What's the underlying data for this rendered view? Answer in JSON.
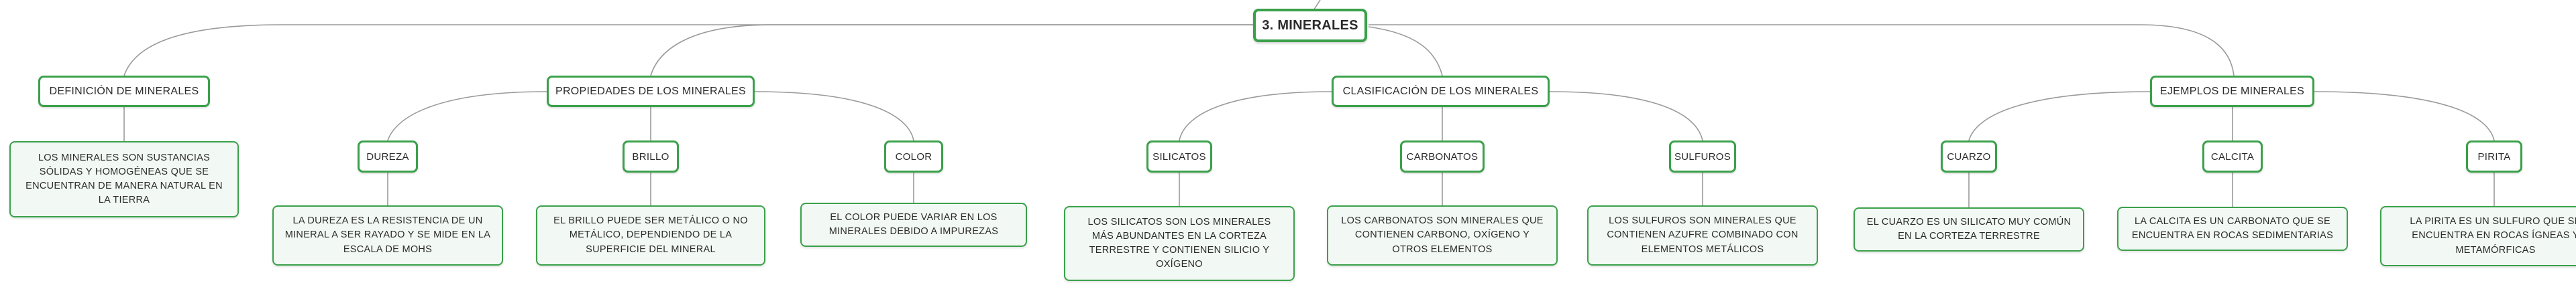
{
  "root": {
    "label": "3. MINERALES"
  },
  "categories": {
    "definicion": {
      "label": "DEFINICIÓN DE MINERALES",
      "description": "LOS MINERALES SON SUSTANCIAS SÓLIDAS Y HOMOGÉNEAS QUE SE ENCUENTRAN DE MANERA NATURAL EN LA TIERRA"
    },
    "propiedades": {
      "label": "PROPIEDADES DE LOS MINERALES",
      "children": {
        "dureza": {
          "label": "DUREZA",
          "description": "LA DUREZA ES LA RESISTENCIA DE UN MINERAL A SER RAYADO Y SE MIDE EN LA ESCALA DE MOHS"
        },
        "brillo": {
          "label": "BRILLO",
          "description": "EL BRILLO PUEDE SER METÁLICO O NO METÁLICO, DEPENDIENDO DE LA SUPERFICIE DEL MINERAL"
        },
        "color": {
          "label": "COLOR",
          "description": "EL COLOR PUEDE VARIAR EN LOS MINERALES DEBIDO A IMPUREZAS"
        }
      }
    },
    "clasificacion": {
      "label": "CLASIFICACIÓN DE LOS MINERALES",
      "children": {
        "silicatos": {
          "label": "SILICATOS",
          "description": "LOS SILICATOS SON LOS MINERALES MÁS ABUNDANTES EN LA CORTEZA TERRESTRE Y CONTIENEN SILICIO Y OXÍGENO"
        },
        "carbonatos": {
          "label": "CARBONATOS",
          "description": "LOS CARBONATOS SON MINERALES QUE CONTIENEN CARBONO, OXÍGENO Y OTROS ELEMENTOS"
        },
        "sulfuros": {
          "label": "SULFUROS",
          "description": "LOS SULFUROS SON MINERALES QUE CONTIENEN AZUFRE COMBINADO CON ELEMENTOS METÁLICOS"
        }
      }
    },
    "ejemplos": {
      "label": "EJEMPLOS DE MINERALES",
      "children": {
        "cuarzo": {
          "label": "CUARZO",
          "description": "EL CUARZO ES UN SILICATO MUY COMÚN EN LA CORTEZA TERRESTRE"
        },
        "calcita": {
          "label": "CALCITA",
          "description": "LA CALCITA ES UN CARBONATO QUE SE ENCUENTRA EN ROCAS SEDIMENTARIAS"
        },
        "pirita": {
          "label": "PIRITA",
          "description": "LA PIRITA ES UN SULFURO QUE SE ENCUENTRA EN ROCAS ÍGNEAS Y METAMÓRFICAS"
        }
      }
    }
  },
  "colors": {
    "node_border": "#3aa14a",
    "description_fill": "#f2f8f3",
    "connector": "#9a9a9a"
  }
}
